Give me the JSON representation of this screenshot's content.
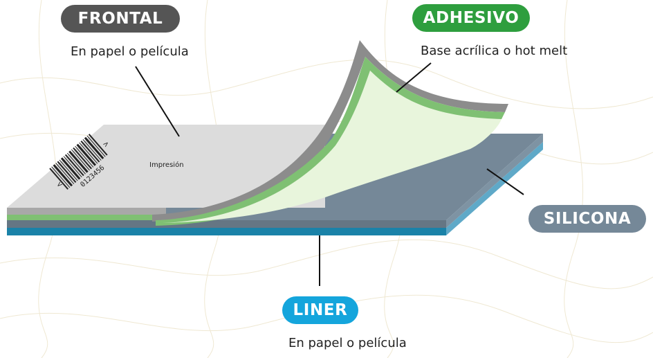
{
  "layers": {
    "frontal": {
      "label": "FRONTAL",
      "caption": "En papel o película",
      "color": "#555555"
    },
    "adhesivo": {
      "label": "ADHESIVO",
      "caption": "Base acrílica o hot melt",
      "color": "#2e9e3e"
    },
    "silicona": {
      "label": "SILICONA",
      "color": "#758898"
    },
    "liner": {
      "label": "LINER",
      "caption": "En papel o película",
      "color": "#14a5dc"
    }
  },
  "label_surface": {
    "print_text": "Impresión",
    "barcode_digits": "0123456"
  },
  "colors": {
    "face_stock": "#dcdcdc",
    "face_stock_edge": "#8c8c8c",
    "adhesive_face": "#e8f5dc",
    "adhesive_edge": "#7fc073",
    "silicone_face": "#758898",
    "liner_edge": "#1a82a8",
    "liner_light_edge": "#5fa9c8",
    "background_line": "#ede6cf"
  },
  "icons": {
    "barcode": "barcode-icon"
  }
}
